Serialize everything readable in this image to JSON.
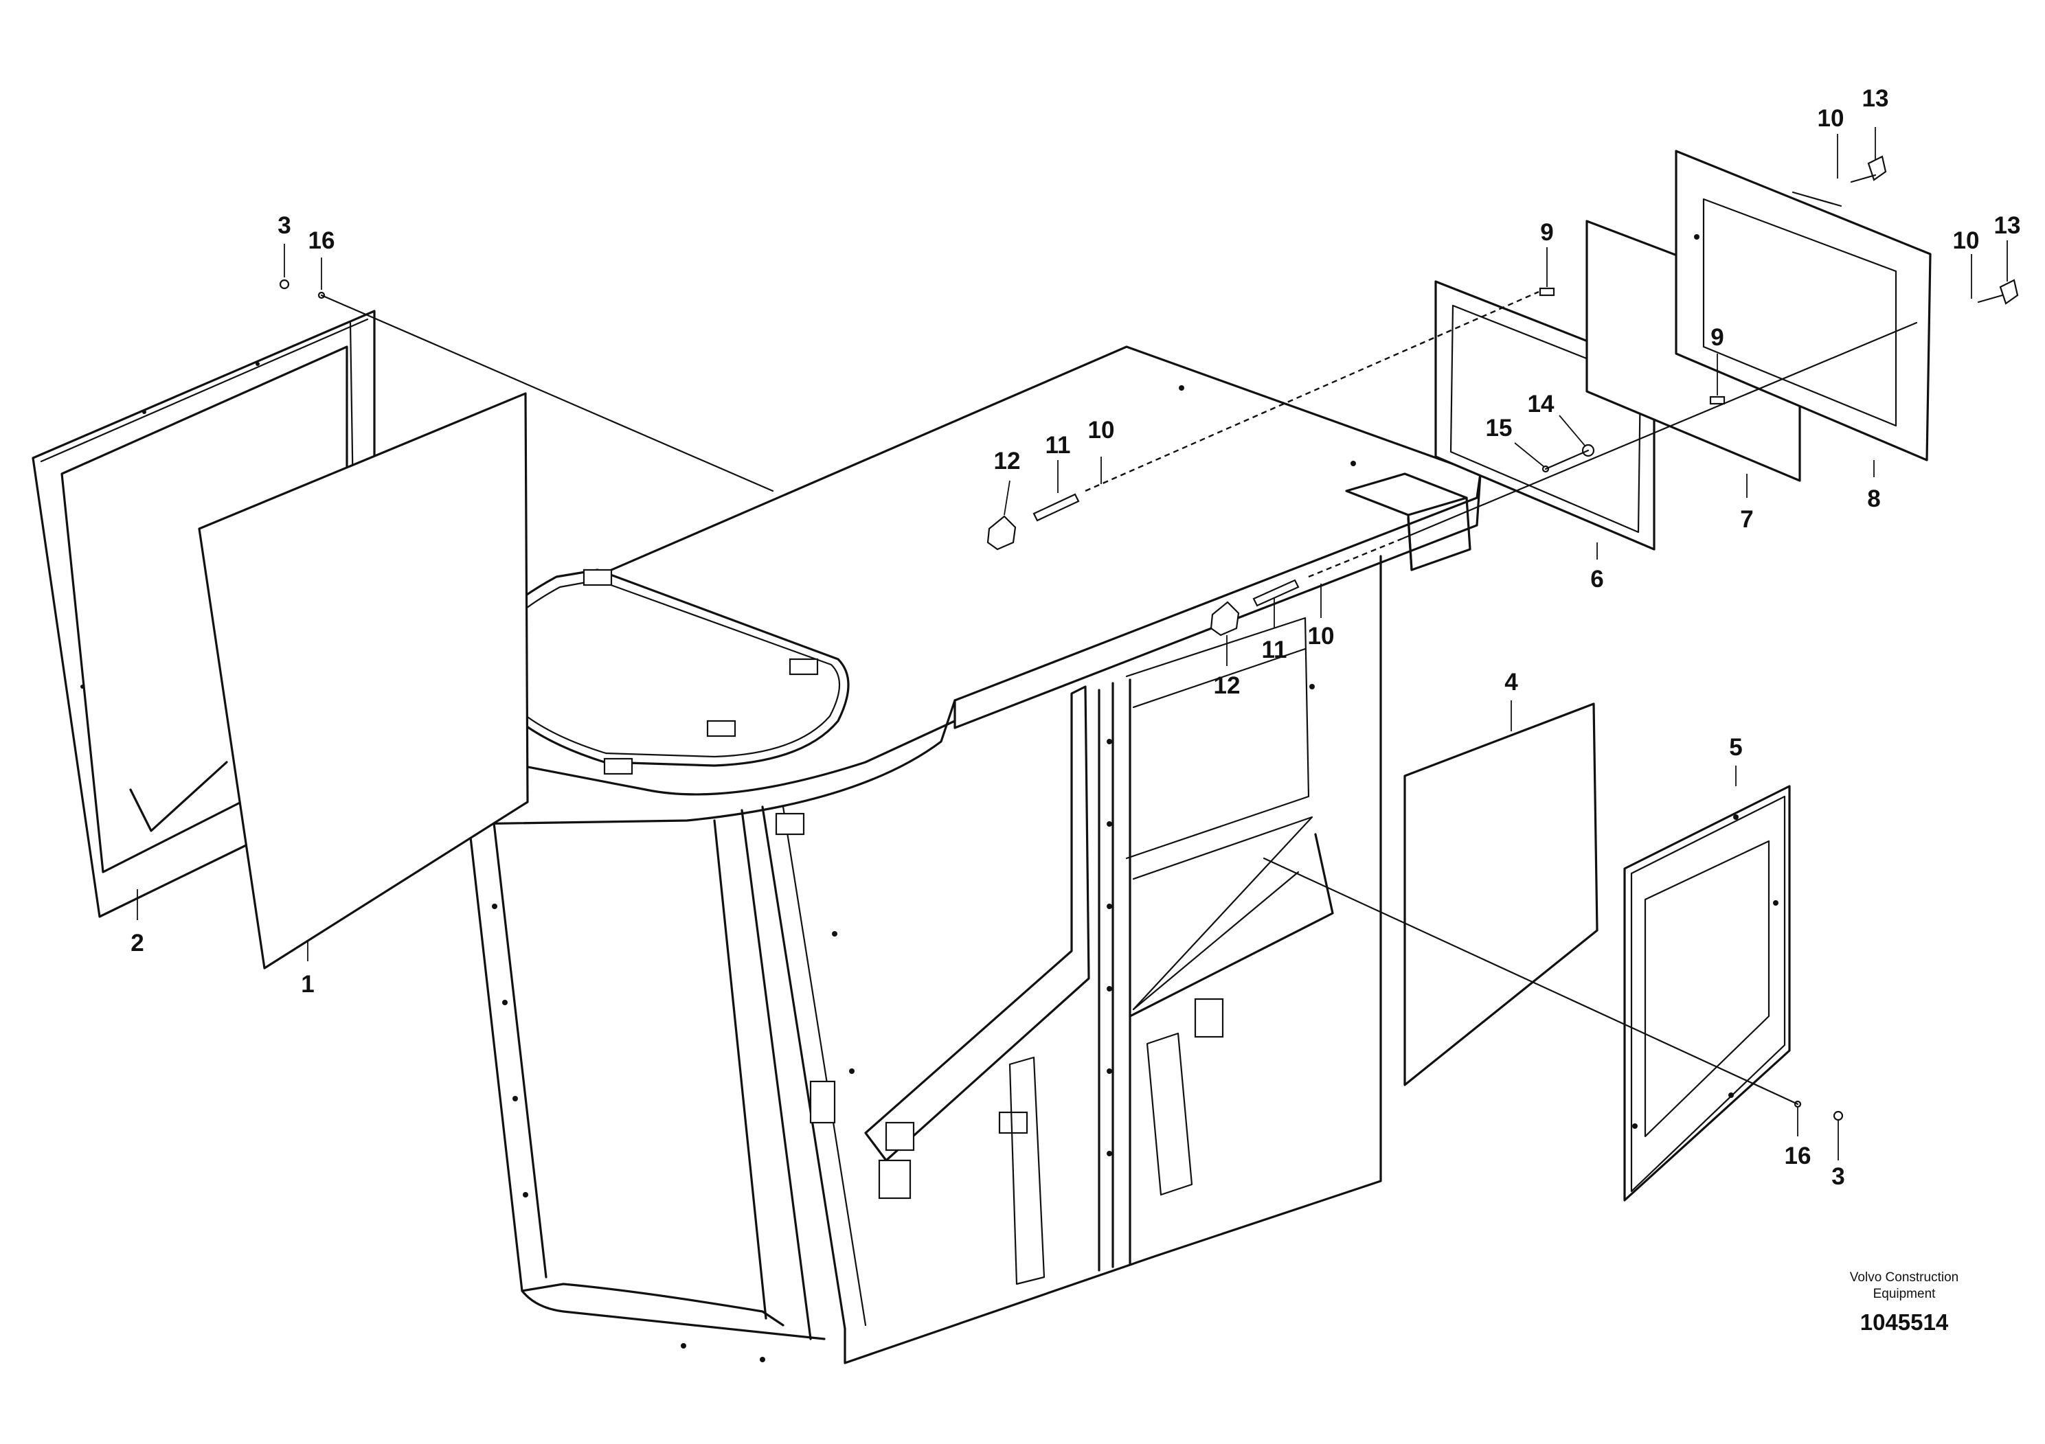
{
  "callouts": {
    "c1": "1",
    "c2": "2",
    "c3_top": "3",
    "c16_top": "16",
    "c4": "4",
    "c5": "5",
    "c6": "6",
    "c7": "7",
    "c8": "8",
    "c9_a": "9",
    "c9_b": "9",
    "c10_top_a": "10",
    "c10_top_b": "10",
    "c13_a": "13",
    "c13_b": "13",
    "c14": "14",
    "c15": "15",
    "c12_a": "12",
    "c11_a": "11",
    "c10_mid_a": "10",
    "c12_b": "12",
    "c11_b": "11",
    "c10_mid_b": "10",
    "c16_bottom": "16",
    "c3_bottom": "3"
  },
  "footer": {
    "brand_line1": "Volvo Construction",
    "brand_line2": "Equipment",
    "doc_number": "1045514"
  }
}
